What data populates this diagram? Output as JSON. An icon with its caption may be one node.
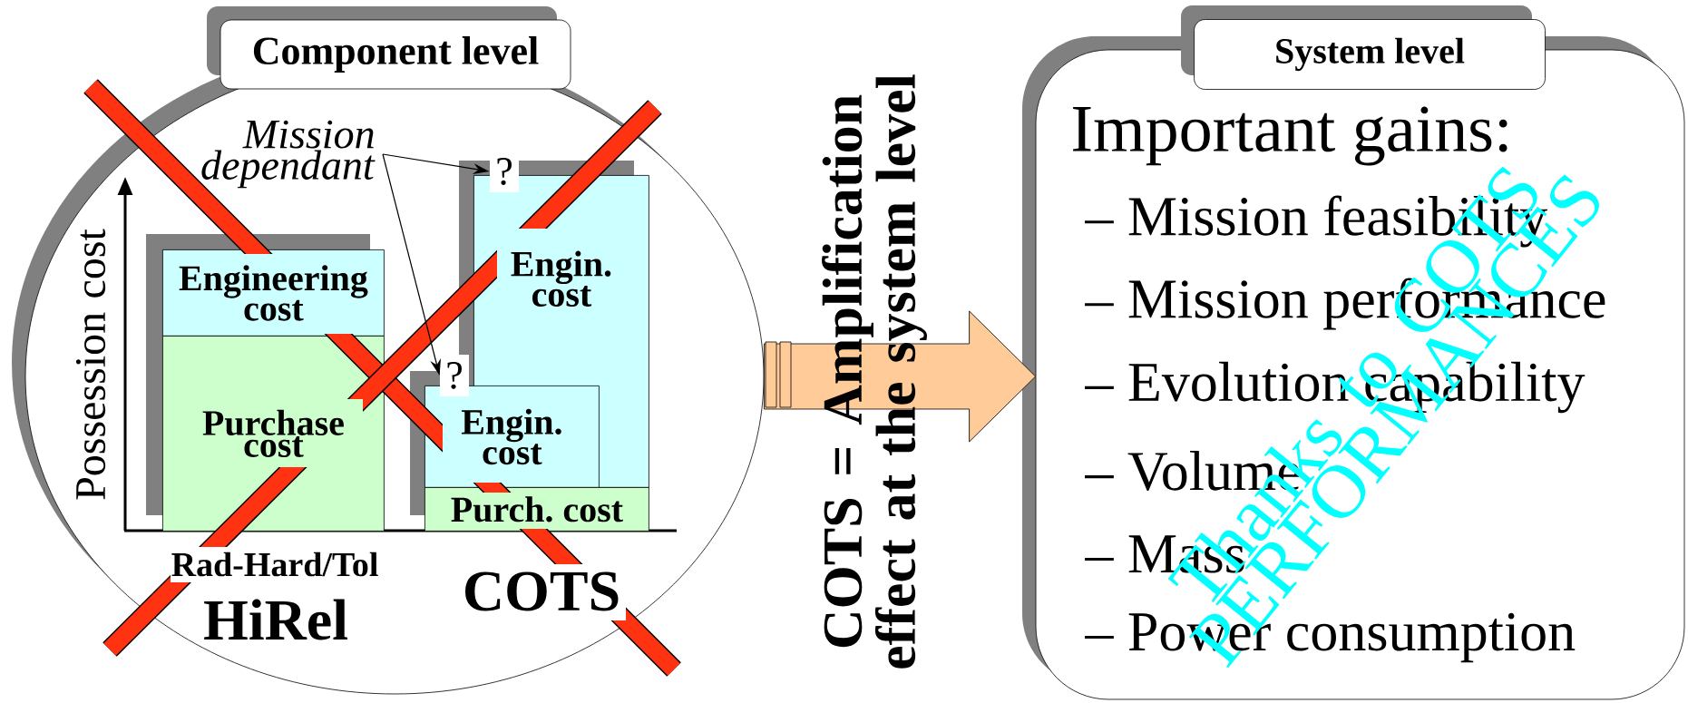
{
  "diagram": {
    "nodes": [
      {
        "text": [
          "Component level"
        ]
      },
      {
        "text": [
          "*Mission dependant*"
        ],
        "in": 0
      },
      {
        "text": [
          "?"
        ],
        "in": 0
      },
      {
        "text": [
          "Engin. cost"
        ],
        "in": 0
      },
      {
        "text": [
          "Engineering cost"
        ],
        "in": 0
      },
      {
        "text": [
          "Purchase cost"
        ],
        "in": 0
      },
      {
        "text": [
          "?"
        ],
        "in": 0
      },
      {
        "text": [
          "Engin. cost"
        ],
        "in": 0
      },
      {
        "text": [
          "Purch. cost"
        ],
        "in": 0
      },
      {
        "text": [
          "System level",
          "Important gains:",
          "– Mission feasibility",
          "– Mission performance",
          "– Evolution capability",
          "– Volume",
          "– Mass",
          "– Power consumption"
        ]
      }
    ],
    "edges": [
      {
        "from": 1,
        "to": 2,
        "arrow": "to"
      },
      {
        "from": 1,
        "to": 6,
        "arrow": "to"
      },
      {
        "from": 0,
        "to": 9,
        "arrow": "to",
        "style": "thick",
        "color": "#ffcc99"
      }
    ],
    "labels": [
      "Possession cost",
      "Rad-Hard/Tol",
      "HiRel",
      "COTS",
      "COTS = Amplification effect at the system level",
      "Thanks to COTS PERFORMANCES"
    ]
  }
}
